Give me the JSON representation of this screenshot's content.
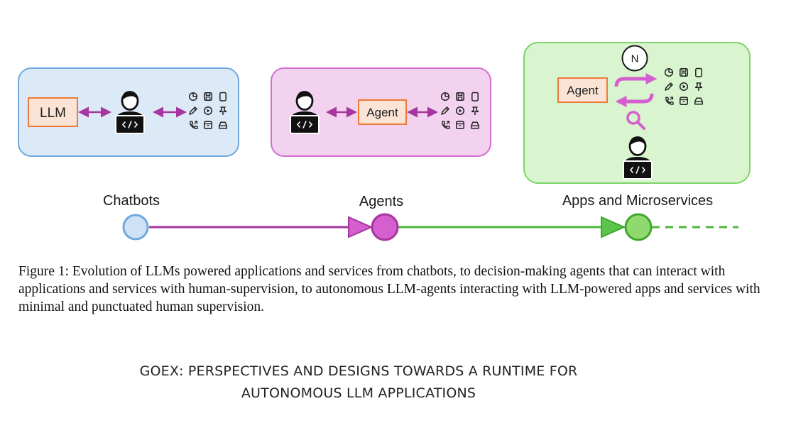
{
  "panels": {
    "chatbots": {
      "component_label": "LLM",
      "fill": "#dce9f7",
      "stroke": "#6fa8dc"
    },
    "agents": {
      "component_label": "Agent",
      "fill": "#f2d2ef",
      "stroke": "#d36ed1"
    },
    "apps": {
      "component_label": "Agent",
      "badge_label": "N",
      "fill": "#d9f5cf",
      "stroke": "#7ed46a"
    }
  },
  "timeline": {
    "stages": [
      {
        "label": "Chatbots",
        "color": "#cfe2f5"
      },
      {
        "label": "Agents",
        "color": "#d65fcf"
      },
      {
        "label": "Apps and Microservices",
        "color": "#8fd96f"
      }
    ],
    "line_colors": {
      "segment_1": "#a6359e",
      "segment_2": "#4fb53a"
    }
  },
  "icons": [
    "chart-icon",
    "save-icon",
    "tablet-icon",
    "edit-icon",
    "play-icon",
    "pin-icon",
    "phone-icon",
    "package-icon",
    "drive-icon"
  ],
  "caption": "Figure 1: Evolution of LLMs powered applications and services from chatbots, to decision-making agents that can interact with applications and services with human-supervision, to autonomous LLM-agents interacting with LLM-powered apps and services with minimal and punctuated human supervision.",
  "paper_title": {
    "line1": "GOEX: PERSPECTIVES AND DESIGNS TOWARDS A RUNTIME FOR",
    "line2": "AUTONOMOUS LLM APPLICATIONS"
  }
}
